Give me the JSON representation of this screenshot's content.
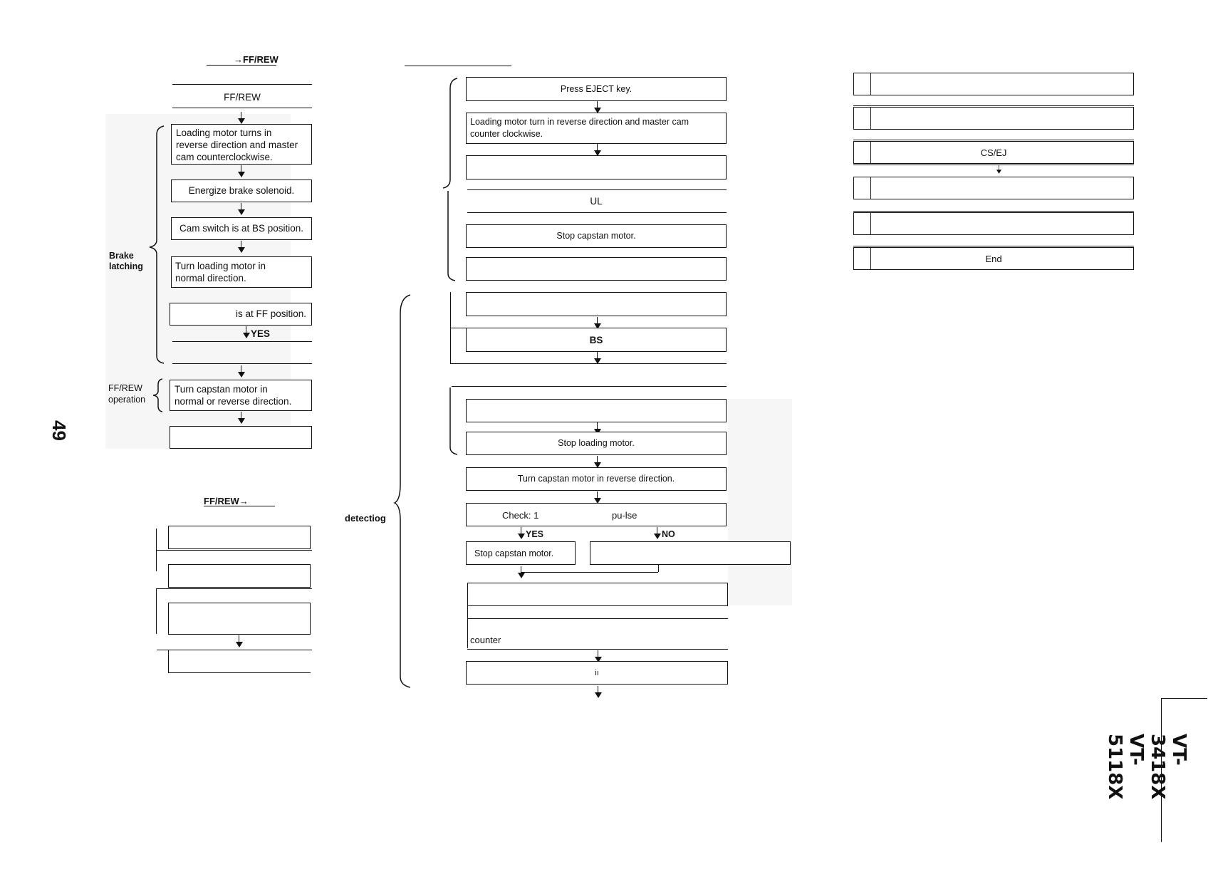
{
  "page_number": "49",
  "model": [
    "VT-3418X",
    "VT-5118X"
  ],
  "left_top": {
    "heading": "→FF/REW",
    "title": "FF/REW",
    "steps": [
      "Loading motor turns in",
      "reverse direction and master",
      "cam counterclockwise.",
      "Energize brake solenoid.",
      "Cam switch is at BS position.",
      "Turn loading motor in",
      "normal direction.",
      "is at FF position.",
      "YES",
      "Turn capstan motor in",
      "normal or reverse direction."
    ],
    "brace_labels": [
      "Brake",
      "latching",
      "FF/REW",
      "operation"
    ]
  },
  "left_bottom": {
    "heading": "FF/REW→"
  },
  "middle": {
    "steps": [
      "Press EJECT key.",
      "Loading motor turn in reverse direction and master cam",
      "counter clockwise.",
      "UL",
      "Stop capstan motor.",
      "BS",
      "Stop loading motor.",
      "Turn capstan motor in reverse direction.",
      "Check: 1",
      "pu-lse",
      "YES",
      "NO",
      "Stop capstan motor.",
      "counter",
      "iı"
    ],
    "side_label": "detectiog"
  },
  "right": {
    "labels": [
      "CS/EJ",
      "End"
    ]
  }
}
